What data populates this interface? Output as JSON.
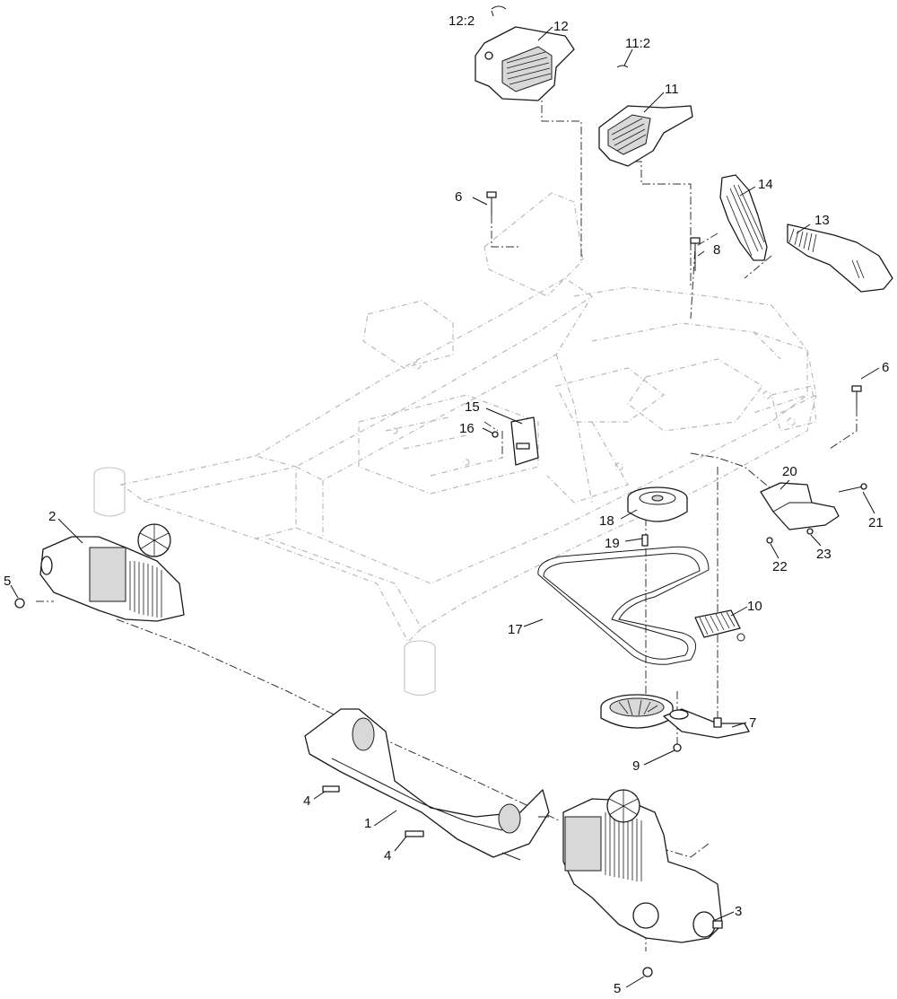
{
  "callouts": [
    {
      "id": "12:2",
      "label": "12:2"
    },
    {
      "id": "12",
      "label": "12"
    },
    {
      "id": "11:2",
      "label": "11:2"
    },
    {
      "id": "11",
      "label": "11"
    },
    {
      "id": "6a",
      "label": "6"
    },
    {
      "id": "14",
      "label": "14"
    },
    {
      "id": "13",
      "label": "13"
    },
    {
      "id": "8",
      "label": "8"
    },
    {
      "id": "6b",
      "label": "6"
    },
    {
      "id": "15",
      "label": "15"
    },
    {
      "id": "16",
      "label": "16"
    },
    {
      "id": "20",
      "label": "20"
    },
    {
      "id": "21",
      "label": "21"
    },
    {
      "id": "18",
      "label": "18"
    },
    {
      "id": "19",
      "label": "19"
    },
    {
      "id": "22",
      "label": "22"
    },
    {
      "id": "23",
      "label": "23"
    },
    {
      "id": "2",
      "label": "2"
    },
    {
      "id": "5a",
      "label": "5"
    },
    {
      "id": "10",
      "label": "10"
    },
    {
      "id": "17",
      "label": "17"
    },
    {
      "id": "7",
      "label": "7"
    },
    {
      "id": "9",
      "label": "9"
    },
    {
      "id": "4a",
      "label": "4"
    },
    {
      "id": "1",
      "label": "1"
    },
    {
      "id": "4b",
      "label": "4"
    },
    {
      "id": "3",
      "label": "3"
    },
    {
      "id": "5b",
      "label": "5"
    }
  ]
}
